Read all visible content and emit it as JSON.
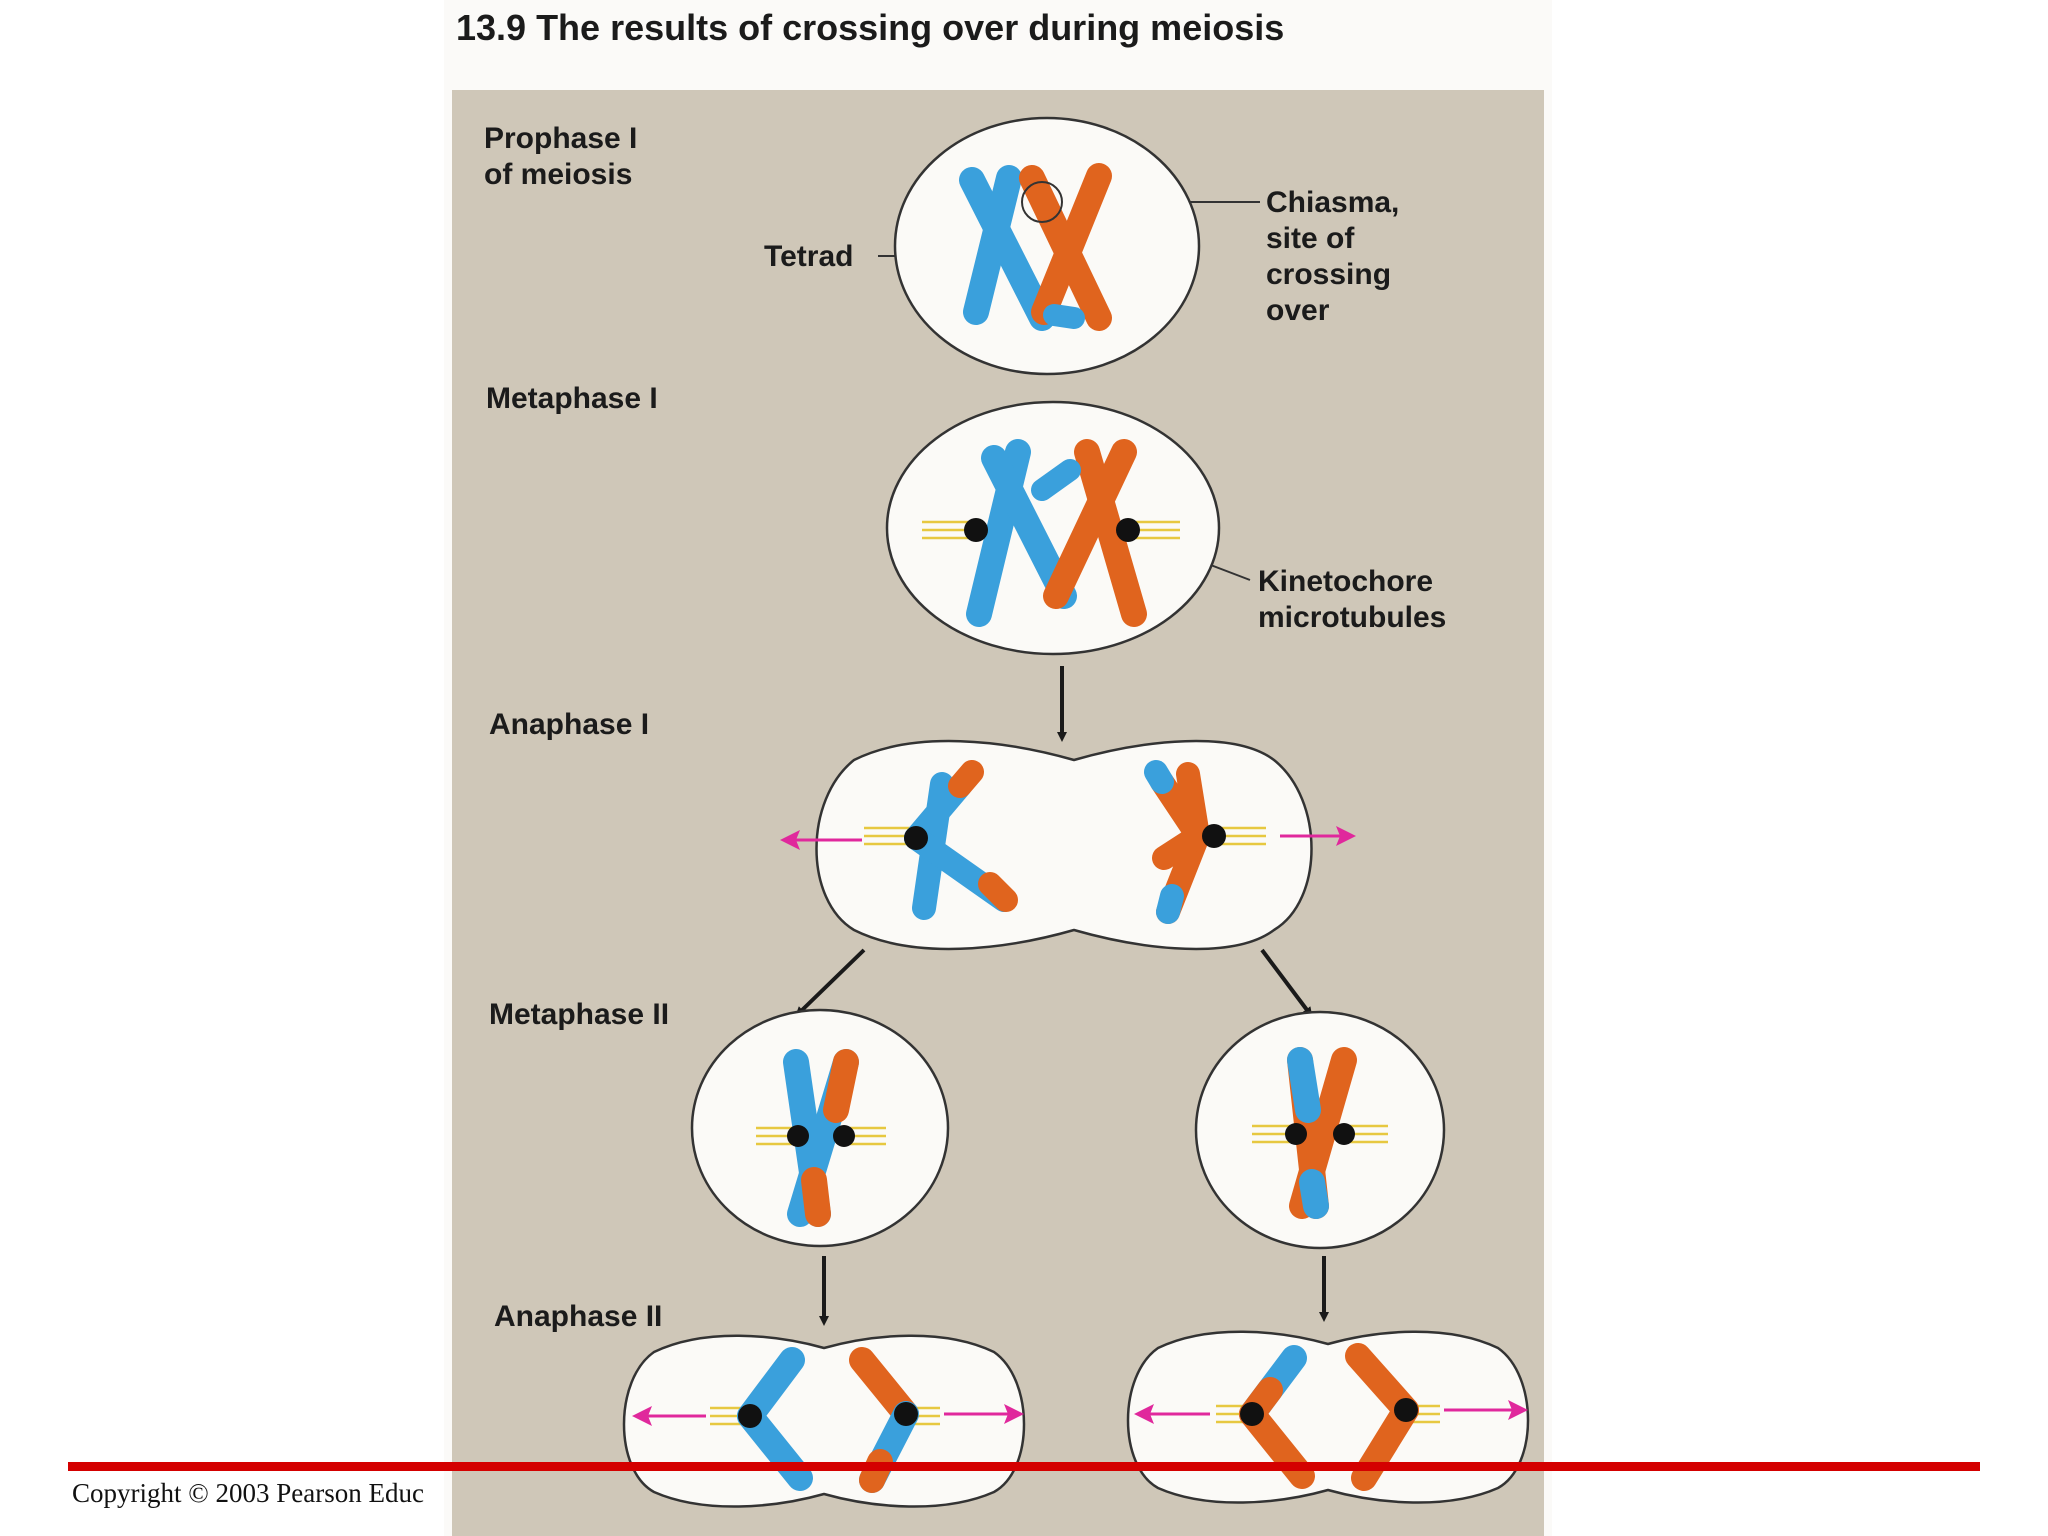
{
  "figure": {
    "title": "13.9  The results of crossing over during meiosis",
    "stages": {
      "prophase1": [
        "Prophase I",
        "of meiosis"
      ],
      "metaphase1": "Metaphase I",
      "anaphase1": "Anaphase I",
      "metaphase2": "Metaphase II",
      "anaphase2": "Anaphase II"
    },
    "callouts": {
      "tetrad": "Tetrad",
      "chiasma": [
        "Chiasma,",
        "site of",
        "crossing",
        "over"
      ],
      "kinetochore": [
        "Kinetochore",
        "microtubules"
      ]
    }
  },
  "footer": {
    "copyright": "Copyright © 2003 Pearson Educ"
  },
  "colors": {
    "blue_chromosome": "#3aa0dc",
    "orange_chromosome": "#e0641e",
    "arrow_pink": "#e0289c",
    "panel_background": "#cfc7b8",
    "rule_red": "#d40000"
  }
}
